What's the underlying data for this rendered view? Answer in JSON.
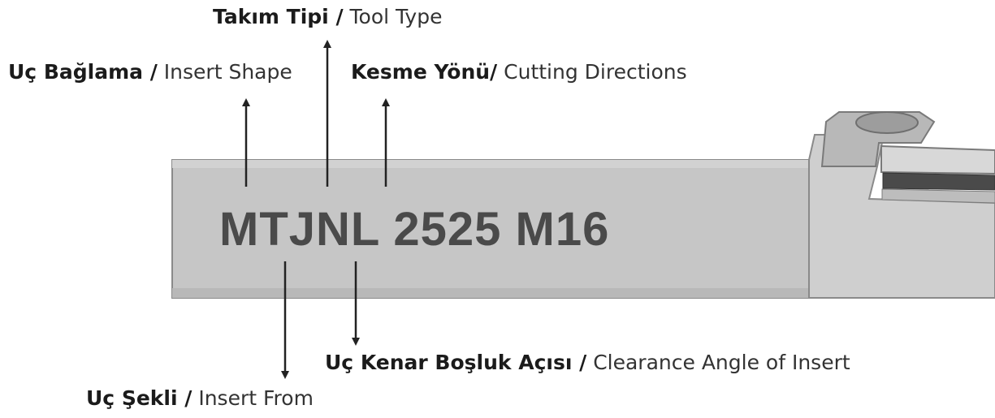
{
  "code": "MTJNL 2525 M16",
  "labels": {
    "tool_type": {
      "bold": "Takım Tipi /",
      "light": "Tool Type"
    },
    "insert_shape": {
      "bold": "Uç Bağlama /",
      "light": "Insert Shape"
    },
    "cutting_directions": {
      "bold": "Kesme Yönü/",
      "light": "Cutting Directions"
    },
    "clearance_angle": {
      "bold": "Uç Kenar Boşluk Açısı /",
      "light": "Clearance Angle of Insert"
    },
    "insert_form": {
      "bold": "Uç Şekli /",
      "light": "Insert From"
    }
  },
  "colors": {
    "holder_body": "#c9c9c9",
    "holder_edge": "#8a8a8a",
    "code_text": "#4a4a4a",
    "arrow": "#222222"
  }
}
